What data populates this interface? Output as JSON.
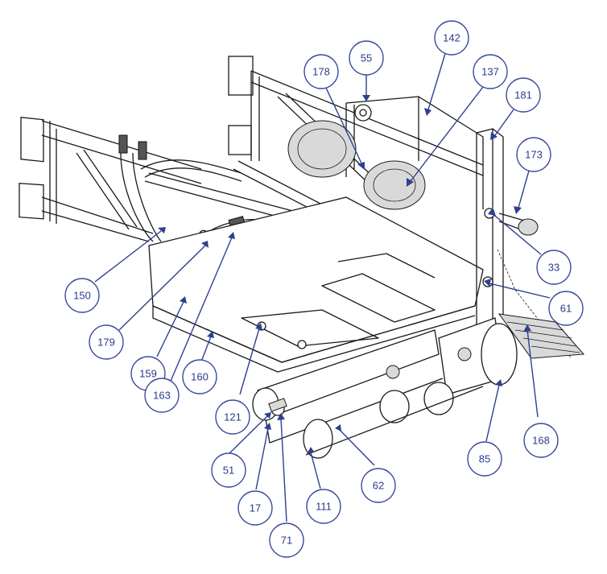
{
  "callouts": [
    "55",
    "142",
    "137",
    "178",
    "181",
    "173",
    "33",
    "61",
    "150",
    "179",
    "159",
    "160",
    "163",
    "121",
    "168",
    "85",
    "62",
    "51",
    "17",
    "71",
    "111"
  ],
  "colors": {
    "callout": "#2f3f8f",
    "line": "#1a1a1a"
  }
}
